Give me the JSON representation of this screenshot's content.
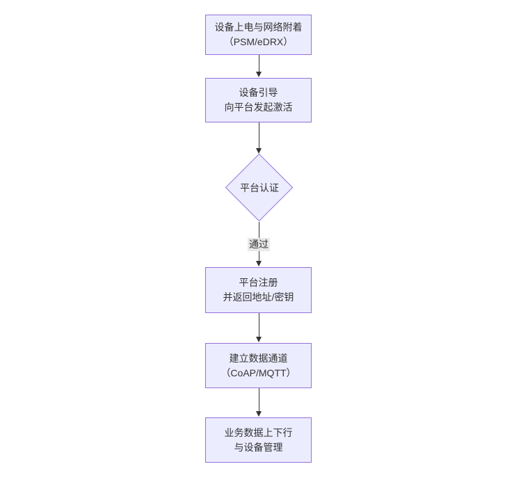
{
  "diagram": {
    "type": "flowchart-vertical",
    "colors": {
      "background": "#ffffff",
      "node_fill": "#ECECFF",
      "node_border": "#9370DB",
      "text": "#333333",
      "arrow": "#333333",
      "edge_label_bg": "#e8e8e8"
    },
    "nodes": [
      {
        "id": "power-attach",
        "shape": "rect",
        "lines": [
          "设备上电与网络附着",
          "（PSM/eDRX）"
        ]
      },
      {
        "id": "bootstrap",
        "shape": "rect",
        "lines": [
          "设备引导",
          "向平台发起激活"
        ]
      },
      {
        "id": "platform-auth",
        "shape": "diamond",
        "lines": [
          "平台认证"
        ]
      },
      {
        "id": "register",
        "shape": "rect",
        "lines": [
          "平台注册",
          "并返回地址/密钥"
        ]
      },
      {
        "id": "data-channel",
        "shape": "rect",
        "lines": [
          "建立数据通道",
          "（CoAP/MQTT）"
        ]
      },
      {
        "id": "business",
        "shape": "rect",
        "lines": [
          "业务数据上下行",
          "与设备管理"
        ]
      }
    ],
    "edges": [
      {
        "from": "power-attach",
        "to": "bootstrap",
        "label": ""
      },
      {
        "from": "bootstrap",
        "to": "platform-auth",
        "label": ""
      },
      {
        "from": "platform-auth",
        "to": "register",
        "label": "通过"
      },
      {
        "from": "register",
        "to": "data-channel",
        "label": ""
      },
      {
        "from": "data-channel",
        "to": "business",
        "label": ""
      }
    ]
  }
}
